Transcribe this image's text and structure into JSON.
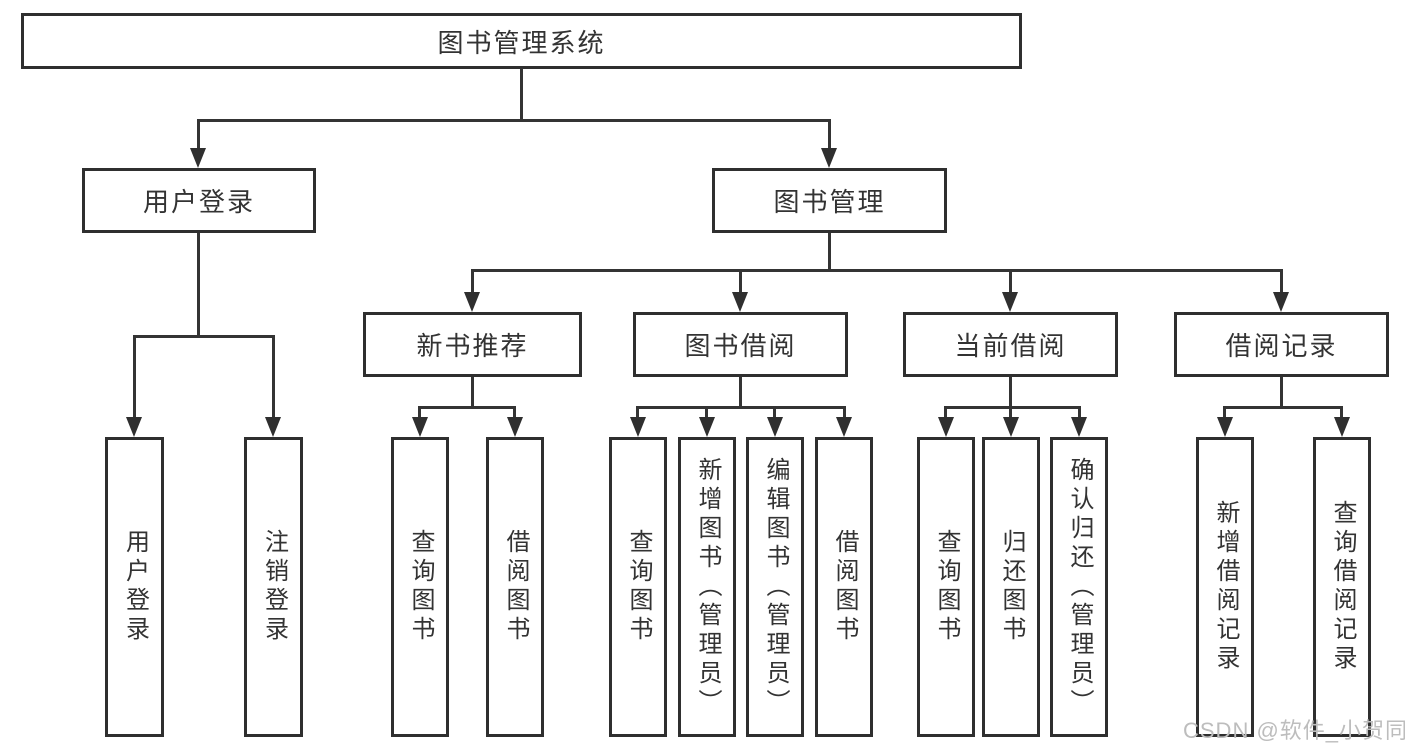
{
  "tree": {
    "root": "图书管理系统",
    "branches": [
      {
        "label": "用户登录",
        "leaves": [
          "用户登录",
          "注销登录"
        ]
      },
      {
        "label": "图书管理",
        "children": [
          {
            "label": "新书推荐",
            "leaves": [
              "查询图书",
              "借阅图书"
            ]
          },
          {
            "label": "图书借阅",
            "leaves": [
              "查询图书",
              "新增图书（管理员）",
              "编辑图书（管理员）",
              "借阅图书"
            ]
          },
          {
            "label": "当前借阅",
            "leaves": [
              "查询图书",
              "归还图书",
              "确认归还（管理员）"
            ]
          },
          {
            "label": "借阅记录",
            "leaves": [
              "新增借阅记录",
              "查询借阅记录"
            ]
          }
        ]
      }
    ]
  },
  "watermark": "CSDN @软件_小贺同学",
  "colors": {
    "background": "#ffffff",
    "box_border": "#2f2f2f",
    "line": "#343434",
    "text": "#333333",
    "watermark": "#bdbdbd"
  }
}
